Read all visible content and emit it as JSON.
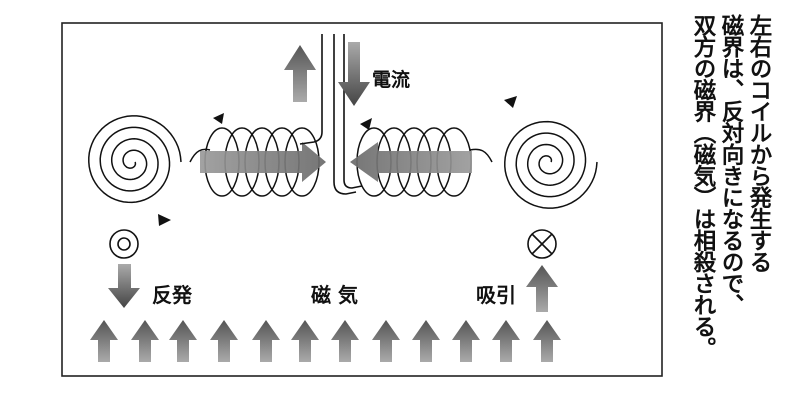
{
  "labels": {
    "current": "電流",
    "repulsion": "反発",
    "magnetism": "磁 気",
    "attraction": "吸引"
  },
  "caption": {
    "lines": [
      "左右のコイルから発生する",
      "磁界は、反対向きになるので、",
      "双方の磁界（磁気）は相殺される。"
    ]
  },
  "colors": {
    "ink": "#111111",
    "arrow_dark": "#555555",
    "arrow_mid": "#707070",
    "arrow_light": "#8a8a8a",
    "frame": "#222222"
  },
  "icons": {
    "dot_symbol": "out-of-page-circle-icon",
    "cross_symbol": "into-page-cross-icon"
  }
}
